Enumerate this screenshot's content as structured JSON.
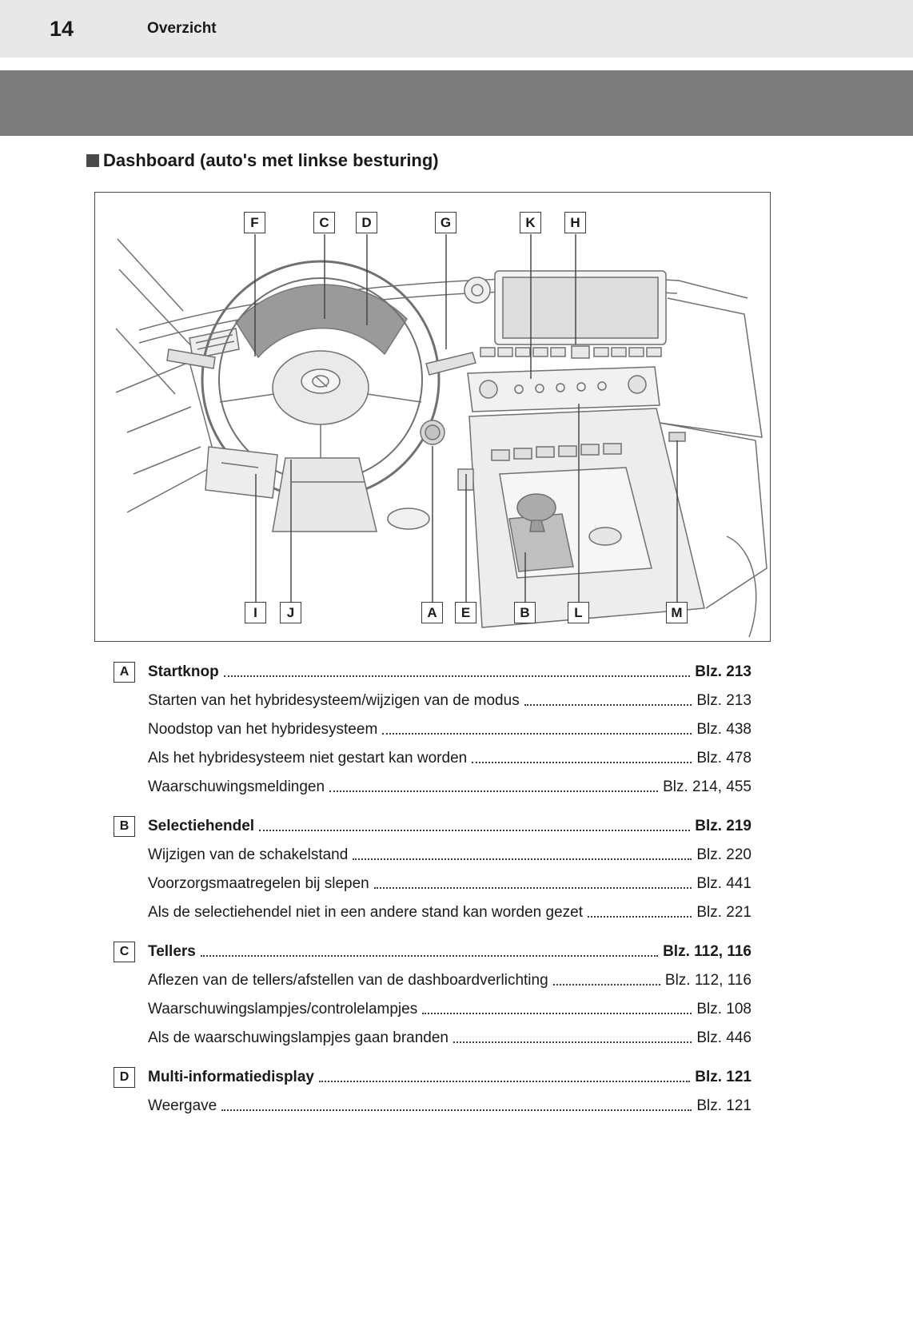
{
  "page": {
    "number": "14",
    "section": "Overzicht"
  },
  "heading": "Dashboard (auto's met linkse besturing)",
  "colors": {
    "banner_gray": "#7c7c7c",
    "header_gray": "#e8e8e8",
    "text": "#1a1a1a"
  },
  "diagram": {
    "top_labels": [
      "F",
      "C",
      "D",
      "G",
      "K",
      "H"
    ],
    "bottom_labels": [
      "I",
      "J",
      "A",
      "E",
      "B",
      "L",
      "M"
    ]
  },
  "entries": [
    {
      "key": "A",
      "title": "Startknop",
      "page": "Blz. 213",
      "subitems": [
        {
          "text": "Starten van het hybridesysteem/wijzigen van de modus",
          "page": "Blz. 213"
        },
        {
          "text": "Noodstop van het hybridesysteem",
          "page": "Blz. 438"
        },
        {
          "text": "Als het hybridesysteem niet gestart kan worden",
          "page": "Blz. 478"
        },
        {
          "text": "Waarschuwingsmeldingen",
          "page": "Blz. 214, 455"
        }
      ]
    },
    {
      "key": "B",
      "title": "Selectiehendel",
      "page": "Blz. 219",
      "subitems": [
        {
          "text": "Wijzigen van de schakelstand",
          "page": "Blz. 220"
        },
        {
          "text": "Voorzorgsmaatregelen bij slepen",
          "page": "Blz. 441"
        },
        {
          "text": "Als de selectiehendel niet in een andere stand kan worden gezet",
          "page": "Blz. 221"
        }
      ]
    },
    {
      "key": "C",
      "title": "Tellers",
      "page": "Blz. 112, 116",
      "subitems": [
        {
          "text": "Aflezen van de tellers/afstellen van de dashboardverlichting",
          "page": "Blz. 112, 116"
        },
        {
          "text": "Waarschuwingslampjes/controlelampjes",
          "page": "Blz. 108"
        },
        {
          "text": "Als de waarschuwingslampjes gaan branden",
          "page": "Blz. 446"
        }
      ]
    },
    {
      "key": "D",
      "title": "Multi-informatiedisplay",
      "page": "Blz. 121",
      "subitems": [
        {
          "text": "Weergave",
          "page": "Blz. 121"
        }
      ]
    }
  ]
}
